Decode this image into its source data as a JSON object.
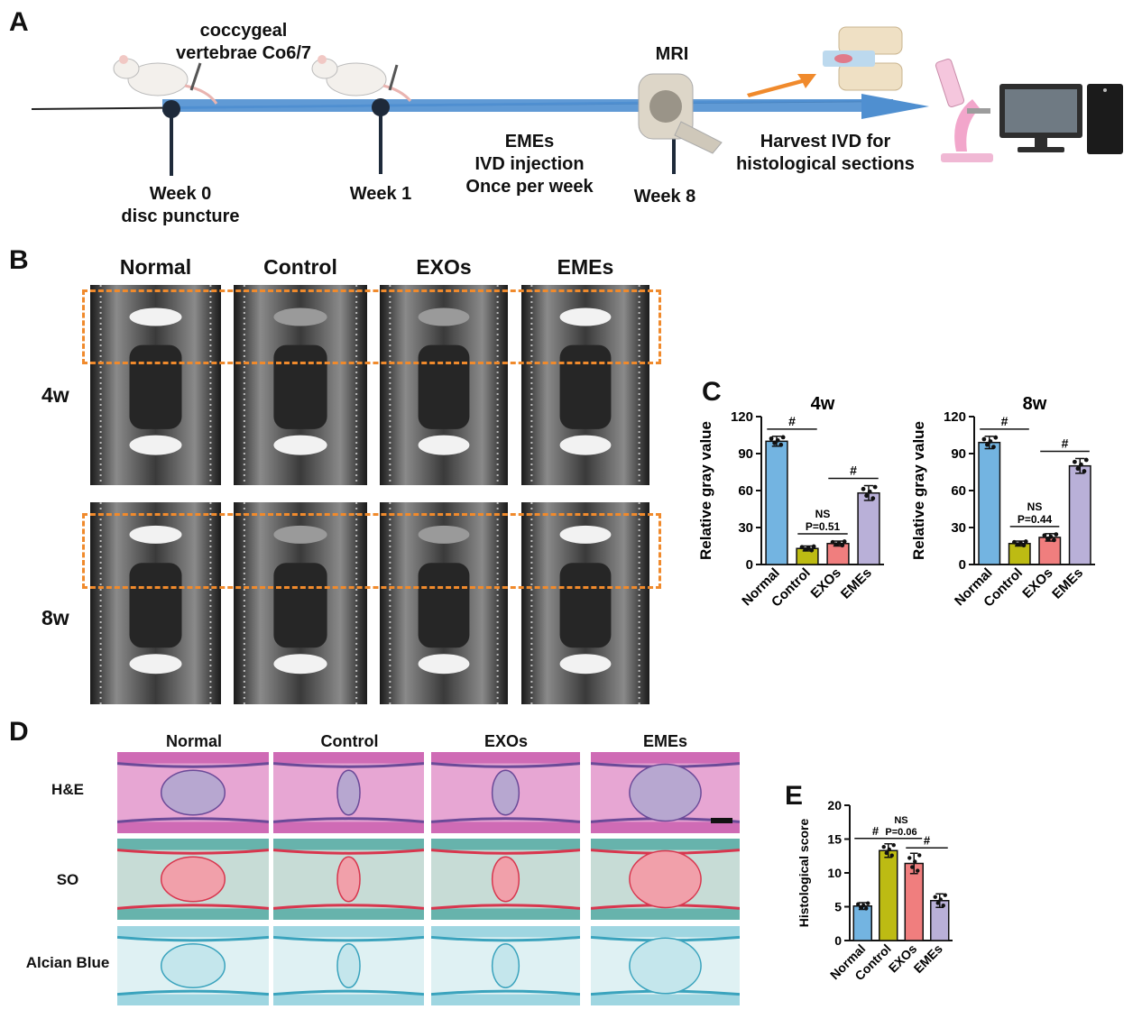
{
  "panel_letters": {
    "a": "A",
    "b": "B",
    "c": "C",
    "d": "D",
    "e": "E"
  },
  "timeline": {
    "site_line1": "coccygeal",
    "site_line2": "vertebrae Co6/7",
    "mri_label": "MRI",
    "week0_line1": "Week 0",
    "week0_line2": "disc puncture",
    "week1": "Week 1",
    "week8": "Week 8",
    "treatment_line1": "EMEs",
    "treatment_line2": "IVD injection",
    "treatment_line3": "Once per week",
    "harvest_line1": "Harvest IVD for",
    "harvest_line2": "histological sections"
  },
  "mri": {
    "groups": [
      "Normal",
      "Control",
      "EXOs",
      "EMEs"
    ],
    "rows": [
      "4w",
      "8w"
    ]
  },
  "histology": {
    "groups": [
      "Normal",
      "Control",
      "EXOs",
      "EMEs"
    ],
    "stains": [
      "H&E",
      "SO",
      "Alcian Blue"
    ]
  },
  "colors": {
    "normal": "#73b4e1",
    "control": "#bdbb13",
    "exos": "#f07e7e",
    "emes": "#b9b0d8",
    "timeline_arrow": "#4f8fd0",
    "highlight_box": "#f08a2c"
  },
  "chart_data": [
    {
      "id": "C-4w",
      "type": "bar",
      "title": "4w",
      "categories": [
        "Normal",
        "Control",
        "EXOs",
        "EMEs"
      ],
      "values": [
        100,
        13,
        17,
        58
      ],
      "errors": [
        4,
        2,
        2,
        6
      ],
      "ylabel": "Relative gray value",
      "ylim": [
        0,
        120
      ],
      "yticks": [
        0,
        30,
        60,
        90,
        120
      ],
      "annotations": [
        {
          "label": "#",
          "from": 0,
          "to": 1
        },
        {
          "label": "NS",
          "label2": "P=0.51",
          "from": 1,
          "to": 2
        },
        {
          "label": "#",
          "from": 2,
          "to": 3
        }
      ]
    },
    {
      "id": "C-8w",
      "type": "bar",
      "title": "8w",
      "categories": [
        "Normal",
        "Control",
        "EXOs",
        "EMEs"
      ],
      "values": [
        99,
        17,
        22,
        80
      ],
      "errors": [
        5,
        2,
        3,
        6
      ],
      "ylabel": "Relative gray value",
      "ylim": [
        0,
        120
      ],
      "yticks": [
        0,
        30,
        60,
        90,
        120
      ],
      "annotations": [
        {
          "label": "#",
          "from": 0,
          "to": 1
        },
        {
          "label": "NS",
          "label2": "P=0.44",
          "from": 1,
          "to": 2
        },
        {
          "label": "#",
          "from": 2,
          "to": 3
        }
      ]
    },
    {
      "id": "E",
      "type": "bar",
      "title": "",
      "categories": [
        "Normal",
        "Control",
        "EXOs",
        "EMEs"
      ],
      "values": [
        5.1,
        13.3,
        11.4,
        5.9
      ],
      "errors": [
        0.5,
        1.0,
        1.5,
        1.0
      ],
      "ylabel": "Histological score",
      "ylim": [
        0,
        20
      ],
      "yticks": [
        0,
        5,
        10,
        15,
        20
      ],
      "annotations": [
        {
          "label": "#",
          "from": 0,
          "to": 1
        },
        {
          "label": "NS",
          "label2": "P=0.06",
          "from": 1,
          "to": 2
        },
        {
          "label": "#",
          "from": 2,
          "to": 3
        }
      ]
    }
  ]
}
